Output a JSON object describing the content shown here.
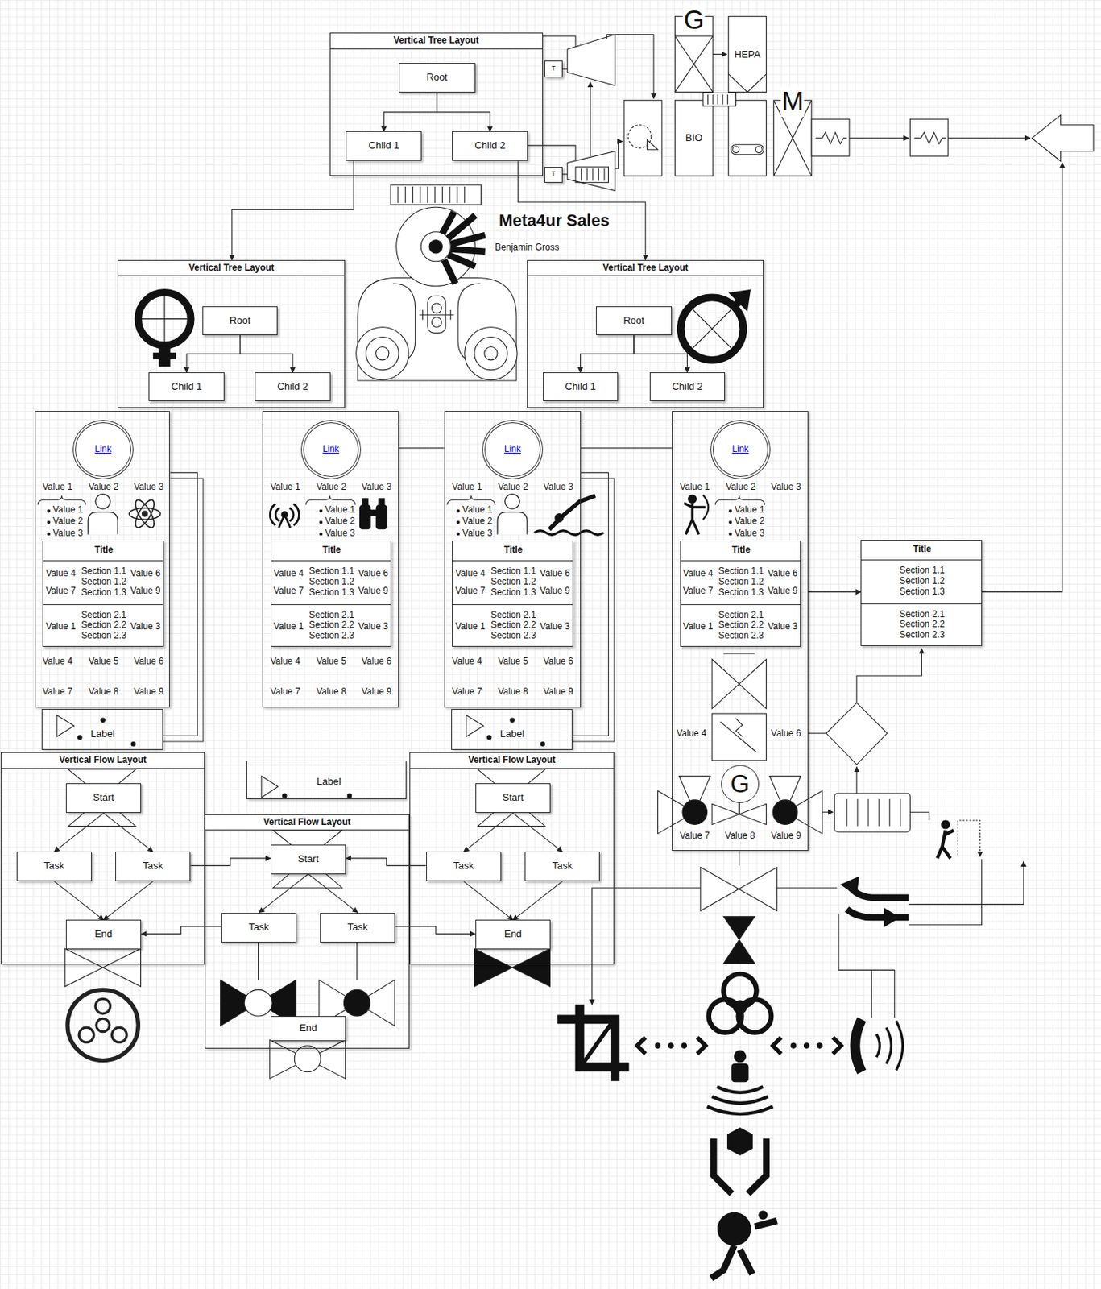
{
  "diagram": {
    "nodes": [
      {
        "text": [
          "Vertical Tree Layout"
        ]
      },
      {
        "text": [
          "Root"
        ],
        "in": 0
      },
      {
        "text": [
          "Child 1"
        ],
        "in": 0
      },
      {
        "text": [
          "Child 2"
        ],
        "in": 0
      },
      {
        "text": [
          "T"
        ]
      },
      {
        "text": [
          "T"
        ]
      },
      {
        "text": [
          "G"
        ]
      },
      {
        "text": [
          "HEPA"
        ]
      },
      {
        "text": [
          "BIO"
        ]
      },
      {
        "text": [
          "M"
        ]
      },
      {
        "text": [
          "Vertical Tree Layout"
        ]
      },
      {
        "text": [
          "Root"
        ],
        "in": 10
      },
      {
        "text": [
          "Child 1"
        ],
        "in": 10
      },
      {
        "text": [
          "Child 2"
        ],
        "in": 10
      },
      {
        "text": [
          "Vertical Tree Layout"
        ]
      },
      {
        "text": [
          "Root"
        ],
        "in": 14
      },
      {
        "text": [
          "Child 1"
        ],
        "in": 14
      },
      {
        "text": [
          "Child 2"
        ],
        "in": 14
      },
      {
        "text": [
          "Value 1",
          "Value 2",
          "Value 3",
          "Value 1",
          "Value 2",
          "Value 3",
          "Value 4",
          "Value 6",
          "Value 7",
          "Value 9",
          "Value 1",
          "Value 3",
          "Value 4",
          "Value 5",
          "Value 6",
          "Value 7",
          "Value 8",
          "Value 9"
        ]
      },
      {
        "text": [
          "Link"
        ],
        "in": 18
      },
      {
        "text": [
          "Title",
          "Section 1.1 Section 1.2 Section 1.3",
          "Section 2.1 Section 2.2 Section 2.3"
        ],
        "in": 18
      },
      {
        "text": [
          "Value 1",
          "Value 2",
          "Value 3",
          "Value 1",
          "Value 2",
          "Value 3",
          "Value 4",
          "Value 6",
          "Value 7",
          "Value 9",
          "Value 1",
          "Value 3",
          "Value 4",
          "Value 5",
          "Value 6",
          "Value 7",
          "Value 8",
          "Value 9"
        ]
      },
      {
        "text": [
          "Link"
        ],
        "in": 21
      },
      {
        "text": [
          "Title",
          "Section 1.1 Section 1.2 Section 1.3",
          "Section 2.1 Section 2.2 Section 2.3"
        ],
        "in": 21
      },
      {
        "text": [
          "Value 1",
          "Value 2",
          "Value 3",
          "Value 1",
          "Value 2",
          "Value 3",
          "Value 4",
          "Value 6",
          "Value 7",
          "Value 9",
          "Value 1",
          "Value 3",
          "Value 4",
          "Value 5",
          "Value 6",
          "Value 7",
          "Value 8",
          "Value 9"
        ]
      },
      {
        "text": [
          "Link"
        ],
        "in": 24
      },
      {
        "text": [
          "Title",
          "Section 1.1 Section 1.2 Section 1.3",
          "Section 2.1 Section 2.2 Section 2.3"
        ],
        "in": 24
      },
      {
        "text": [
          "Value 1",
          "Value 2",
          "Value 3",
          "Value 1",
          "Value 2",
          "Value 3",
          "Value 4",
          "Value 6",
          "Value 7",
          "Value 9",
          "Value 1",
          "Value 3",
          "Value 4",
          "Value 6",
          "Value 7",
          "Value 8",
          "Value 9"
        ]
      },
      {
        "text": [
          "Link"
        ],
        "in": 27
      },
      {
        "text": [
          "Title",
          "Section 1.1 Section 1.2 Section 1.3",
          "Section 2.1 Section 2.2 Section 2.3"
        ],
        "in": 27
      },
      {
        "text": [
          "G"
        ],
        "in": 27
      },
      {
        "text": [
          "Title",
          "Section 1.1 Section 1.2 Section 1.3",
          "Section 2.1 Section 2.2 Section 2.3"
        ]
      },
      {
        "text": [
          "Label"
        ]
      },
      {
        "text": [
          "Label"
        ]
      },
      {
        "text": [
          "Label"
        ]
      },
      {
        "text": [
          "Vertical Flow Layout"
        ]
      },
      {
        "text": [
          "Start"
        ],
        "in": 35
      },
      {
        "text": [
          "Task"
        ],
        "in": 35
      },
      {
        "text": [
          "Task"
        ],
        "in": 35
      },
      {
        "text": [
          "End"
        ],
        "in": 35
      },
      {
        "text": [
          "Vertical Flow Layout"
        ]
      },
      {
        "text": [
          "Start"
        ],
        "in": 40
      },
      {
        "text": [
          "Task"
        ],
        "in": 40
      },
      {
        "text": [
          "Task"
        ],
        "in": 40
      },
      {
        "text": [
          "End"
        ],
        "in": 40
      },
      {
        "text": [
          "Vertical Flow Layout"
        ]
      },
      {
        "text": [
          "Start"
        ],
        "in": 45
      },
      {
        "text": [
          "Task"
        ],
        "in": 45
      },
      {
        "text": [
          "Task"
        ],
        "in": 45
      },
      {
        "text": [
          "End"
        ],
        "in": 45
      }
    ],
    "edges": [
      {
        "from": 1,
        "to": 2,
        "arrow": "to"
      },
      {
        "from": 1,
        "to": 3,
        "arrow": "to"
      },
      {
        "from": 2,
        "to": 10,
        "arrow": "to"
      },
      {
        "from": 3,
        "to": 14,
        "arrow": "to"
      },
      {
        "from": 11,
        "to": 12,
        "arrow": "to"
      },
      {
        "from": 11,
        "to": 13,
        "arrow": "to"
      },
      {
        "from": 15,
        "to": 16,
        "arrow": "to"
      },
      {
        "from": 15,
        "to": 17,
        "arrow": "to"
      },
      {
        "from": 36,
        "to": 37,
        "arrow": "to"
      },
      {
        "from": 36,
        "to": 38,
        "arrow": "to"
      },
      {
        "from": 37,
        "to": 39,
        "arrow": "to"
      },
      {
        "from": 38,
        "to": 39,
        "arrow": "to"
      },
      {
        "from": 41,
        "to": 42,
        "arrow": "to"
      },
      {
        "from": 41,
        "to": 43,
        "arrow": "to"
      },
      {
        "from": 46,
        "to": 47,
        "arrow": "to"
      },
      {
        "from": 46,
        "to": 48,
        "arrow": "to"
      },
      {
        "from": 47,
        "to": 49,
        "arrow": "to"
      },
      {
        "from": 48,
        "to": 49,
        "arrow": "to"
      },
      {
        "from": 38,
        "to": 41,
        "arrow": "to"
      },
      {
        "from": 47,
        "to": 41,
        "arrow": "to"
      },
      {
        "from": 42,
        "to": 39,
        "arrow": "to"
      },
      {
        "from": 43,
        "to": 49,
        "arrow": "to"
      },
      {
        "from": 27,
        "to": 31,
        "arrow": "to"
      }
    ],
    "labels": [
      "Meta4ur Sales",
      "Benjamin Gross"
    ]
  }
}
